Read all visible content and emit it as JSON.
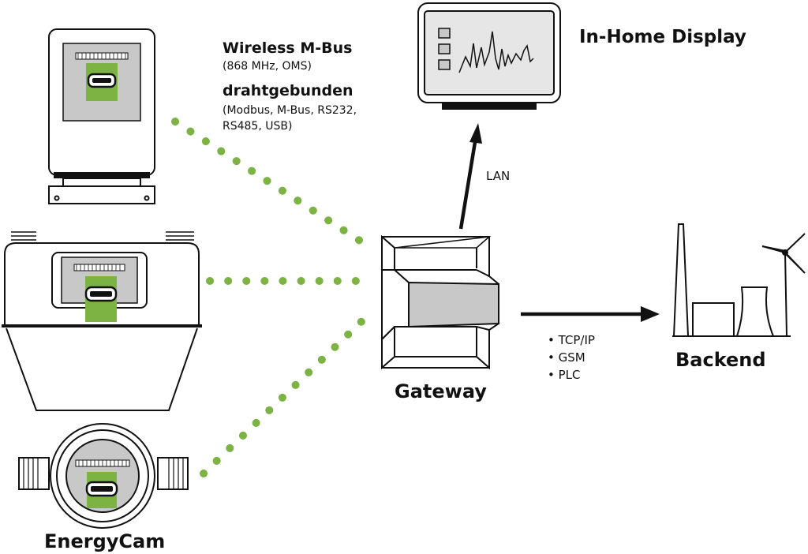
{
  "colors": {
    "accent_green": "#7cb342",
    "outline": "#111111",
    "panel_gray": "#c8c8c8",
    "light_gray": "#e6e6e6"
  },
  "labels": {
    "wireless_title": "Wireless M-Bus",
    "wireless_detail": "(868 MHz, OMS)",
    "wired_title": "drahtgebunden",
    "wired_detail_1": "(Modbus, M-Bus, RS232,",
    "wired_detail_2": "RS485, USB)",
    "in_home_display": "In-Home Display",
    "lan": "LAN",
    "gateway": "Gateway",
    "backend": "Backend",
    "energycam": "EnergyCam",
    "protocols": [
      "TCP/IP",
      "GSM",
      "PLC"
    ]
  },
  "icons": {
    "meter_1": "electricity-meter-icon",
    "meter_2": "gas-meter-icon",
    "meter_3": "water-meter-icon",
    "display": "in-home-display-icon",
    "gateway": "din-rail-gateway-icon",
    "backend": "power-plant-icon"
  }
}
